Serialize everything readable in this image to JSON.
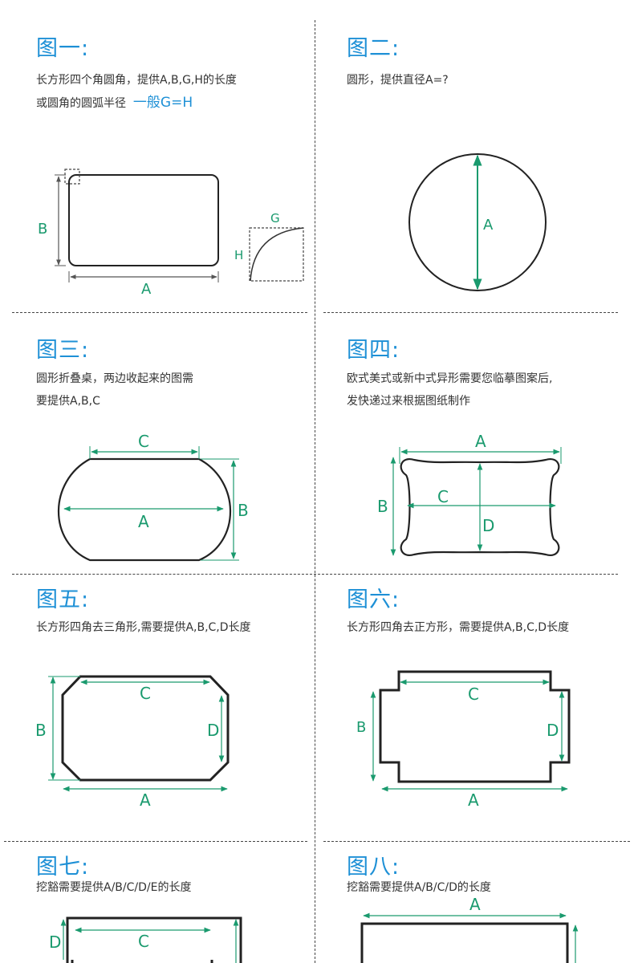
{
  "colors": {
    "title": "#1e90d6",
    "dimension": "#1a9a6e",
    "outline": "#222222"
  },
  "panels": [
    {
      "title": "图一:",
      "desc_line1": "长方形四个角圆角，提供A,B,G,H的长度",
      "desc_line2": "或圆角的圆弧半径",
      "highlight": "一般G=H"
    },
    {
      "title": "图二:",
      "desc_line1": "圆形，提供直径A=?"
    },
    {
      "title": "图三:",
      "desc_line1": "圆形折叠桌，两边收起来的图需",
      "desc_line2": "要提供A,B,C"
    },
    {
      "title": "图四:",
      "desc_line1": "欧式美式或新中式异形需要您临摹图案后,",
      "desc_line2": "发快递过来根据图纸制作"
    },
    {
      "title": "图五:",
      "desc_line1": "长方形四角去三角形,需要提供A,B,C,D长度"
    },
    {
      "title": "图六:",
      "desc_line1": "长方形四角去正方形，需要提供A,B,C,D长度"
    },
    {
      "title": "图七:",
      "desc_line1": "挖豁需要提供A/B/C/D/E的长度"
    },
    {
      "title": "图八:",
      "desc_line1": "挖豁需要提供A/B/C/D的长度"
    }
  ],
  "labels": {
    "a": "A",
    "b": "B",
    "c": "C",
    "d": "D",
    "g": "G",
    "h": "H"
  }
}
